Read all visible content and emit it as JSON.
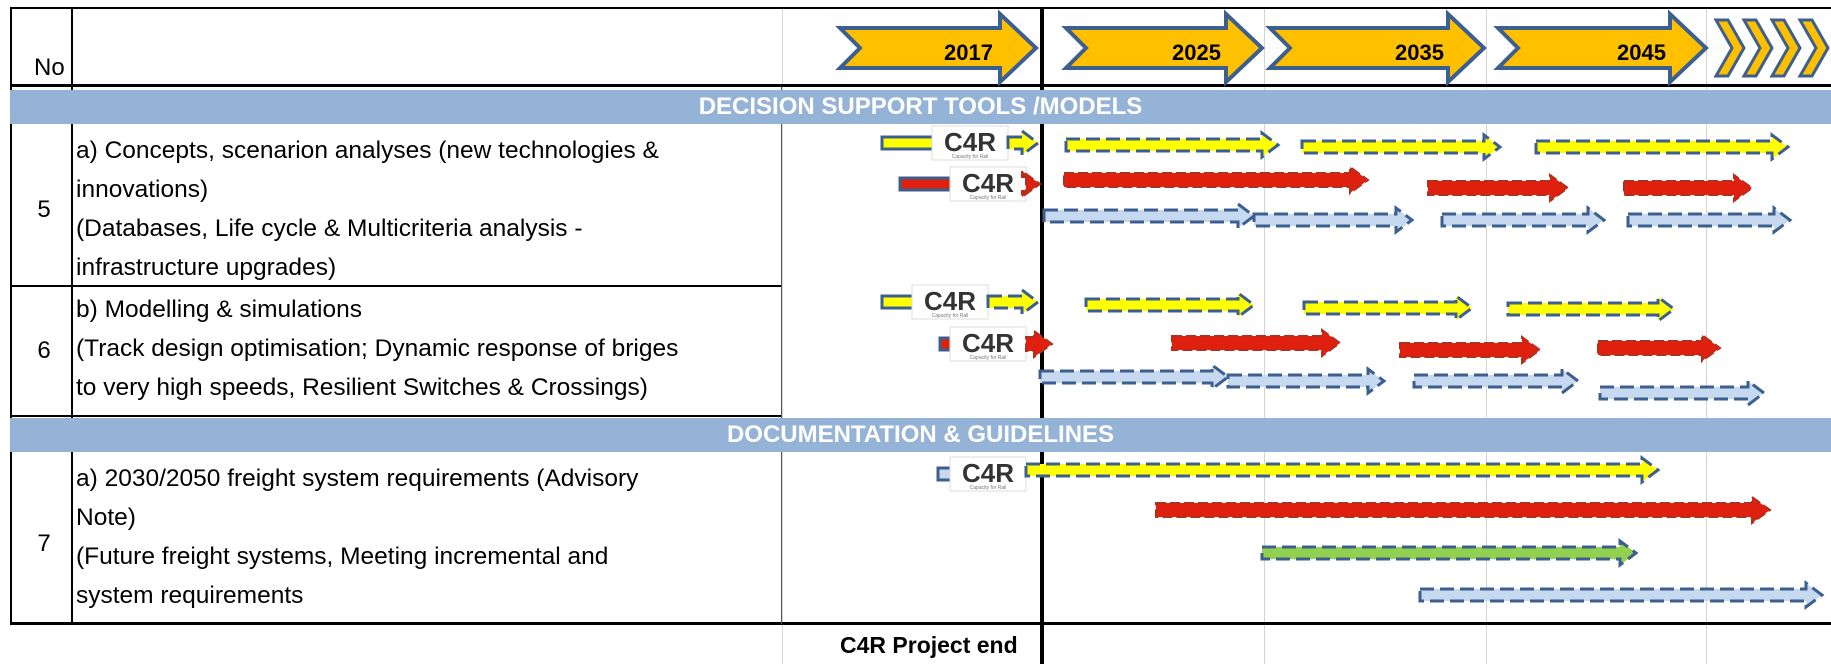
{
  "header": {
    "no_label": "No",
    "years": [
      "2017",
      "2025",
      "2035",
      "2045"
    ]
  },
  "sections": [
    {
      "title": "DECISION SUPPORT TOOLS /MODELS"
    },
    {
      "title": "DOCUMENTATION & GUIDELINES"
    }
  ],
  "rows": [
    {
      "no": "5",
      "lines": [
        "a)  Concepts, scenarion analyses (new technologies &",
        "innovations)",
        "(Databases, Life cycle  & Multicriteria analysis -",
        "infrastructure upgrades)"
      ]
    },
    {
      "no": "6",
      "lines": [
        "b) Modelling & simulations",
        "(Track design optimisation; Dynamic response of briges",
        "to very high speeds, Resilient Switches & Crossings)"
      ]
    },
    {
      "no": "7",
      "lines": [
        "a)  2030/2050 freight system requirements (Advisory",
        "Note)",
        "(Future freight systems, Meeting incremental and",
        "system requirements"
      ]
    }
  ],
  "logo": {
    "text": "C4R",
    "subtitle": "Capacity for Rail"
  },
  "footer": {
    "project_end": "C4R Project end"
  },
  "colors": {
    "yellow": "#ffff00",
    "red": "#e0200f",
    "lightblue": "#c6d9f1",
    "green": "#92d050",
    "border": "#3d5f8f",
    "band": "#95b3d7",
    "orange": "#ffc000"
  }
}
